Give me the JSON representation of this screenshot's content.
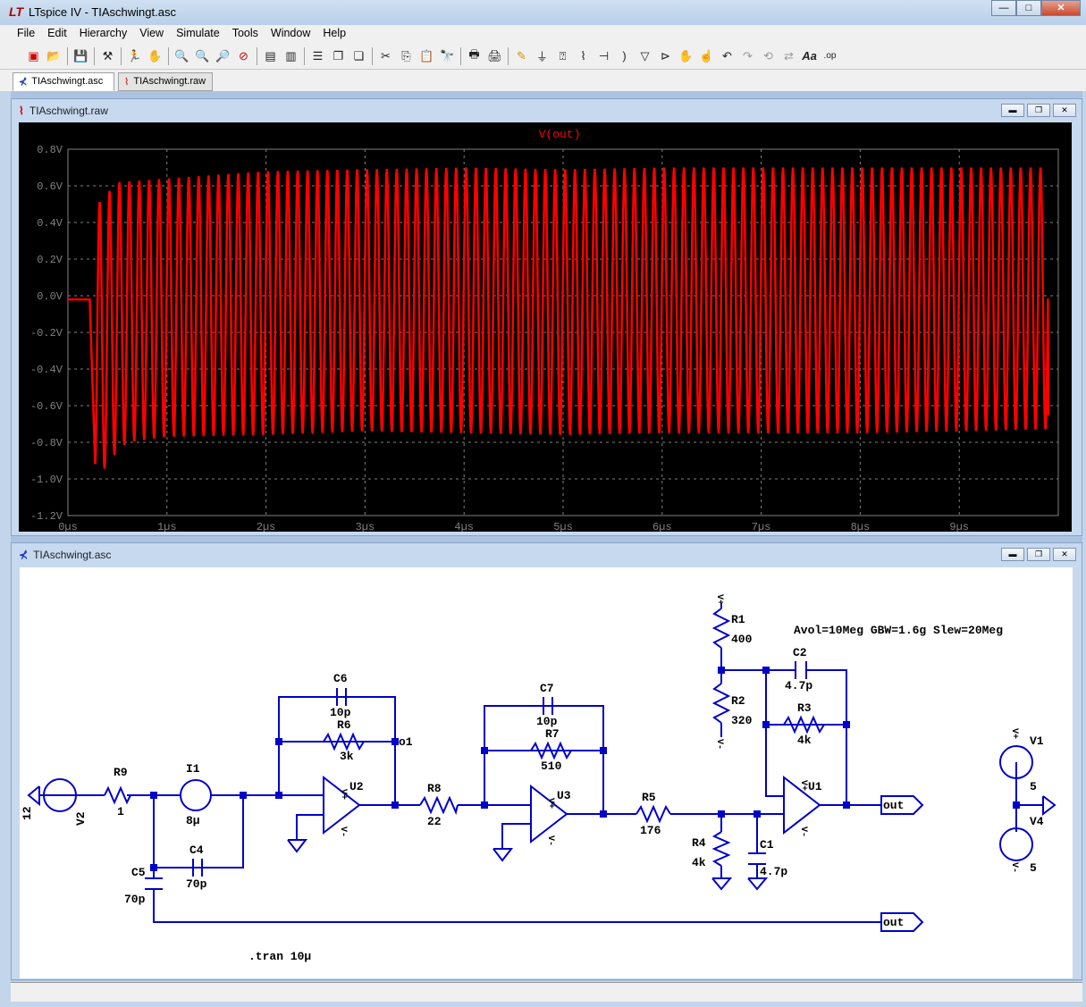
{
  "app": {
    "title": "LTspice IV - TIAschwingt.asc",
    "logo_text": "LT",
    "window_buttons": [
      "—",
      "□",
      "✕"
    ]
  },
  "menu": [
    "File",
    "Edit",
    "Hierarchy",
    "View",
    "Simulate",
    "Tools",
    "Window",
    "Help"
  ],
  "toolbar": {
    "icons": [
      "new-schematic-icon",
      "open-icon",
      "save-icon",
      "control-panel-icon",
      "run-icon",
      "halt-icon",
      "zoom-in-icon",
      "pan-icon",
      "zoom-out-icon",
      "zoom-cancel-icon",
      "autorange-icon",
      "mark-scale-icon",
      "tile-horizontal-icon",
      "cascade-icon",
      "tile-vertical-icon",
      "cut-icon",
      "copy-icon",
      "paste-icon",
      "find-icon",
      "print-setup-icon",
      "print-icon",
      "draw-wire-icon",
      "ground-icon",
      "label-net-icon",
      "capacitor-icon",
      "resistor-icon",
      "inductor-icon",
      "diode-icon",
      "component-icon",
      "move-icon",
      "drag-icon",
      "undo-icon",
      "redo-icon",
      "rotate-icon",
      "mirror-icon",
      "text-icon",
      "spice-directive-icon"
    ]
  },
  "tabs": [
    {
      "label": "TIAschwingt.asc",
      "icon": "schematic-icon",
      "active": true
    },
    {
      "label": "TIAschwingt.raw",
      "icon": "waveform-icon",
      "active": false
    }
  ],
  "plot_window": {
    "title": "TIAschwingt.raw",
    "trace_color": "#ff0000",
    "background": "#000000",
    "grid_color": "#808080"
  },
  "schematic_window": {
    "title": "TIAschwingt.asc",
    "wire_color": "#0000c8",
    "directive": ".tran 10µ",
    "model_text": "Avol=10Meg GBW=1.6g Slew=20Meg",
    "parts": {
      "V2": {
        "name": "V2",
        "value": "12"
      },
      "R9": {
        "name": "R9",
        "value": "1"
      },
      "I1": {
        "name": "I1",
        "value": "8µ"
      },
      "C5": {
        "name": "C5",
        "value": "70p"
      },
      "C4": {
        "name": "C4",
        "value": "70p"
      },
      "C6": {
        "name": "C6",
        "value": "10p"
      },
      "R6": {
        "name": "R6",
        "value": "3k"
      },
      "U2": {
        "name": "U2"
      },
      "o1": {
        "name": "o1"
      },
      "R8": {
        "name": "R8",
        "value": "22"
      },
      "C7": {
        "name": "C7",
        "value": "10p"
      },
      "R7": {
        "name": "R7",
        "value": "510"
      },
      "U3": {
        "name": "U3"
      },
      "R5": {
        "name": "R5",
        "value": "176"
      },
      "R4": {
        "name": "R4",
        "value": "4k"
      },
      "C1": {
        "name": "C1",
        "value": "4.7p"
      },
      "R1": {
        "name": "R1",
        "value": "400"
      },
      "R2": {
        "name": "R2",
        "value": "320"
      },
      "C2": {
        "name": "C2",
        "value": "4.7p"
      },
      "R3": {
        "name": "R3",
        "value": "4k"
      },
      "U1": {
        "name": "U1"
      },
      "V1": {
        "name": "V1",
        "value": "5"
      },
      "V4": {
        "name": "V4",
        "value": "5"
      }
    },
    "labels": {
      "out": "out",
      "vplus": "V+",
      "vminus": "V-"
    }
  },
  "chart_data": {
    "type": "line",
    "title": "V(out)",
    "xlabel": "",
    "ylabel": "",
    "xlim": [
      0,
      10
    ],
    "ylim": [
      -1.2,
      0.8
    ],
    "x_ticks": [
      "0µs",
      "1µs",
      "2µs",
      "3µs",
      "4µs",
      "5µs",
      "6µs",
      "7µs",
      "8µs",
      "9µs"
    ],
    "y_ticks": [
      "0.8V",
      "0.6V",
      "0.4V",
      "0.2V",
      "0.0V",
      "-0.2V",
      "-0.4V",
      "-0.6V",
      "-0.8V",
      "-1.0V",
      "-1.2V"
    ],
    "grid": true,
    "series": [
      {
        "name": "V(out)",
        "description_values": {
          "flat_until_us": 0.22,
          "flat_level": -0.02,
          "first_min": -1.0,
          "period_us": 0.1,
          "steady_max": 0.69,
          "steady_min": -0.74,
          "end_us": 9.9,
          "end_value": -0.65
        },
        "envelope_max": [
          [
            0.3,
            0.5
          ],
          [
            0.5,
            0.62
          ],
          [
            1.0,
            0.64
          ],
          [
            2.0,
            0.68
          ],
          [
            3.0,
            0.69
          ],
          [
            4.0,
            0.7
          ],
          [
            5.0,
            0.69
          ],
          [
            6.0,
            0.7
          ],
          [
            7.0,
            0.7
          ],
          [
            8.0,
            0.7
          ],
          [
            9.0,
            0.7
          ],
          [
            9.8,
            0.7
          ]
        ],
        "envelope_min": [
          [
            0.3,
            -1.0
          ],
          [
            0.45,
            -0.88
          ],
          [
            0.6,
            -0.8
          ],
          [
            1.0,
            -0.77
          ],
          [
            2.0,
            -0.76
          ],
          [
            3.0,
            -0.74
          ],
          [
            4.0,
            -0.75
          ],
          [
            5.0,
            -0.76
          ],
          [
            6.0,
            -0.75
          ],
          [
            7.0,
            -0.75
          ],
          [
            8.0,
            -0.75
          ],
          [
            9.0,
            -0.74
          ],
          [
            9.8,
            -0.73
          ]
        ]
      }
    ]
  }
}
